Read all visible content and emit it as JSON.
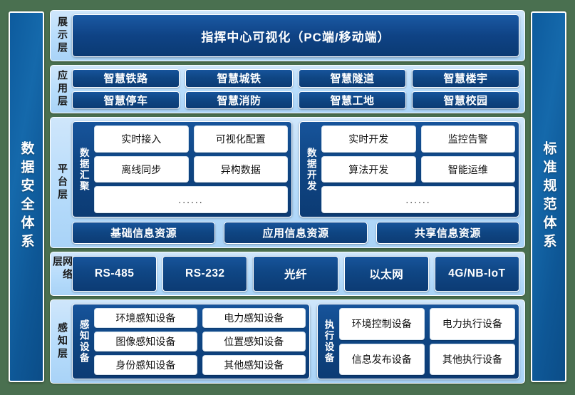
{
  "pillars": {
    "left": "数据安全体系",
    "right": "标准规范体系"
  },
  "layers": {
    "display": {
      "label": "展示层",
      "banner": "指挥中心可视化（PC端/移动端）"
    },
    "application": {
      "label": "应用层",
      "items": [
        "智慧铁路",
        "智慧城铁",
        "智慧隧道",
        "智慧楼宇",
        "智慧停车",
        "智慧消防",
        "智慧工地",
        "智慧校园"
      ]
    },
    "platform": {
      "label": "平台层",
      "groups": [
        {
          "title": "数据汇聚",
          "rows": [
            [
              "实时接入",
              "可视化配置"
            ],
            [
              "离线同步",
              "异构数据"
            ],
            [
              "......"
            ]
          ]
        },
        {
          "title": "数据开发",
          "rows": [
            [
              "实时开发",
              "监控告警"
            ],
            [
              "算法开发",
              "智能运维"
            ],
            [
              "......"
            ]
          ]
        }
      ],
      "resources": [
        "基础信息资源",
        "应用信息资源",
        "共享信息资源"
      ]
    },
    "network": {
      "label": "网络层",
      "items": [
        "RS-485",
        "RS-232",
        "光纤",
        "以太网",
        "4G/NB-IoT"
      ]
    },
    "sensing": {
      "label": "感知层",
      "groups": [
        {
          "title": "感知设备",
          "items": [
            "环境感知设备",
            "电力感知设备",
            "图像感知设备",
            "位置感知设备",
            "身份感知设备",
            "其他感知设备"
          ]
        },
        {
          "title": "执行设备",
          "items": [
            "环境控制设备",
            "电力执行设备",
            "信息发布设备",
            "其他执行设备"
          ]
        }
      ]
    }
  },
  "colors": {
    "background": "#4a7050",
    "dark_blue": "#0f4684",
    "light_blue_panel": "#b7dcfb",
    "pillar_blue": "#1569ab",
    "white": "#ffffff"
  }
}
